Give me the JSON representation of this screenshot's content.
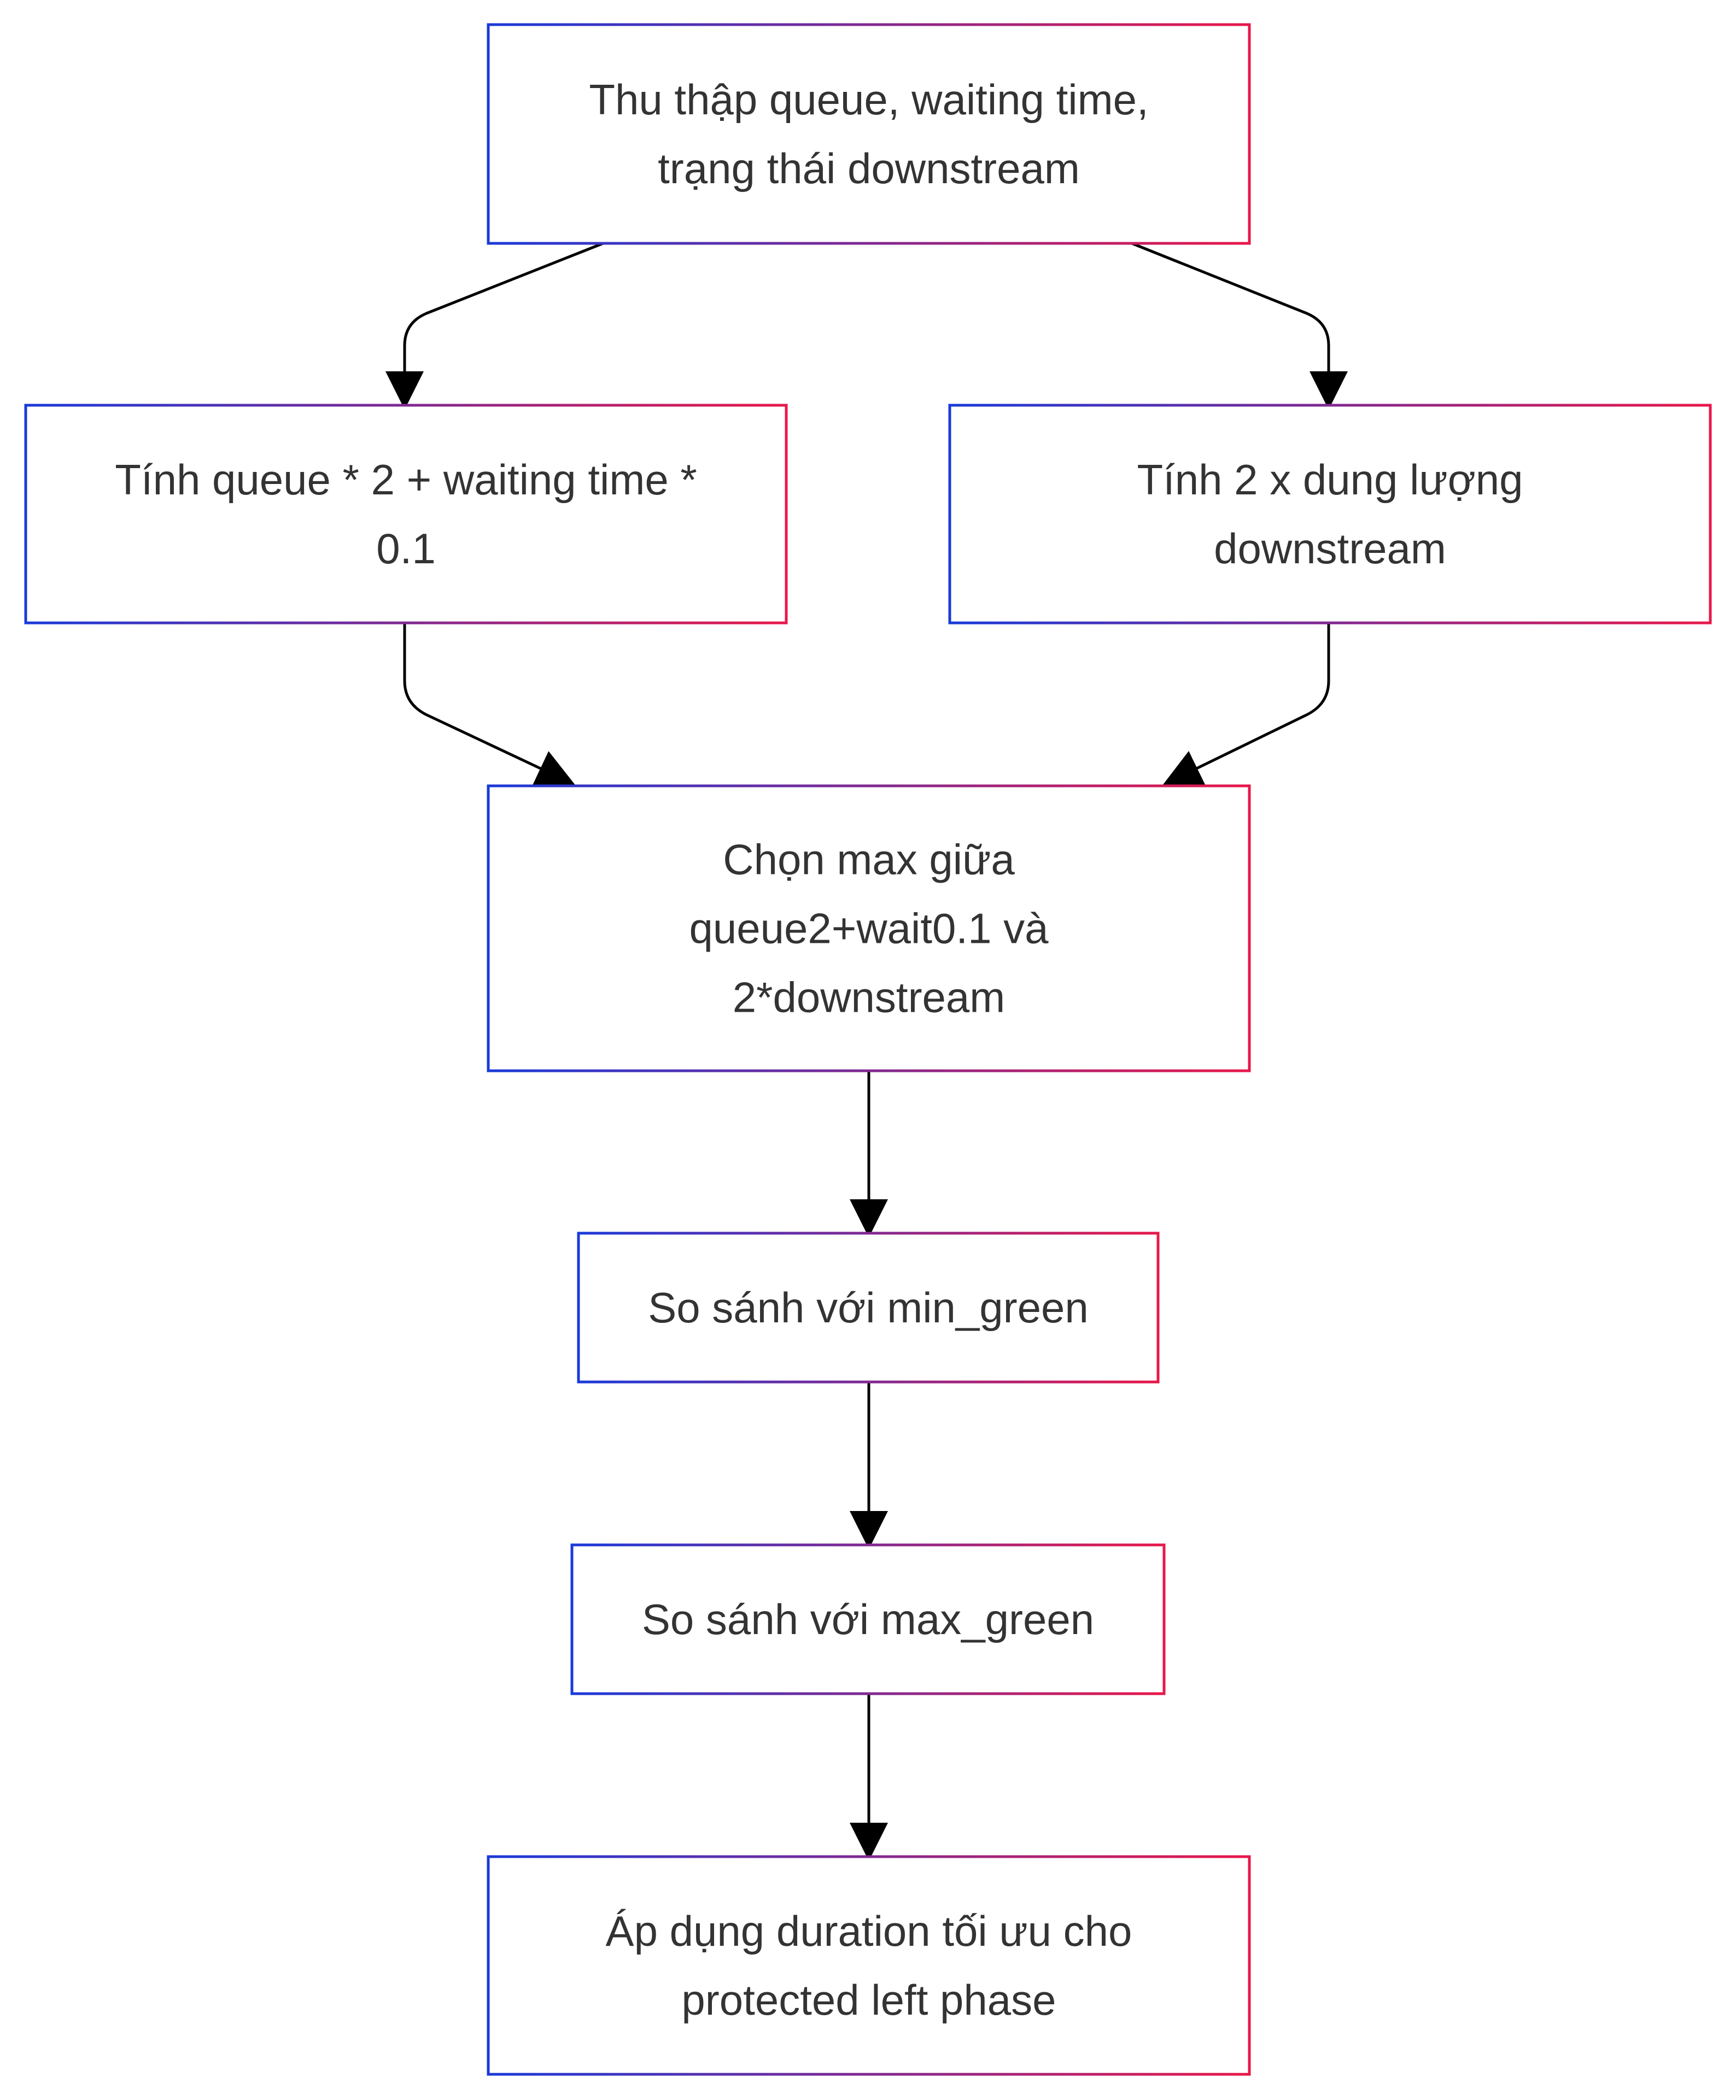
{
  "colors": {
    "border_gradient_start": "#1a3ad9",
    "border_gradient_end": "#e8184a",
    "text": "#333333",
    "edge": "#000000"
  },
  "nodes": [
    {
      "id": "collect",
      "lines": [
        "Thu thập queue, waiting time,",
        "trạng thái downstream"
      ]
    },
    {
      "id": "calc-queue",
      "lines": [
        "Tính queue * 2 + waiting time *",
        "0.1"
      ]
    },
    {
      "id": "calc-downstream",
      "lines": [
        "Tính 2 x dung lượng",
        "downstream"
      ]
    },
    {
      "id": "choose-max",
      "lines": [
        "Chọn max giữa",
        "queue2+wait0.1 và",
        "2*downstream"
      ]
    },
    {
      "id": "compare-min",
      "lines": [
        "So sánh với min_green"
      ]
    },
    {
      "id": "compare-max",
      "lines": [
        "So sánh với max_green"
      ]
    },
    {
      "id": "apply",
      "lines": [
        "Áp dụng duration tối ưu cho",
        "protected left phase"
      ]
    }
  ],
  "edges": [
    {
      "from": "collect",
      "to": "calc-queue"
    },
    {
      "from": "collect",
      "to": "calc-downstream"
    },
    {
      "from": "calc-queue",
      "to": "choose-max"
    },
    {
      "from": "calc-downstream",
      "to": "choose-max"
    },
    {
      "from": "choose-max",
      "to": "compare-min"
    },
    {
      "from": "compare-min",
      "to": "compare-max"
    },
    {
      "from": "compare-max",
      "to": "apply"
    }
  ]
}
